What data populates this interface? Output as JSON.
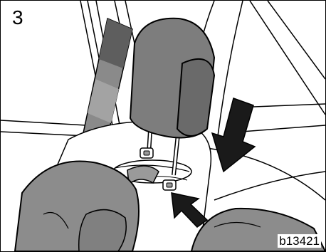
{
  "figure": {
    "step_number": "3",
    "figure_code": "b13421",
    "illustration": "headrest-removal",
    "colors": {
      "headrest_gray": "#7d7d7d",
      "headrest_face": "#6a6a6a",
      "hand_gray": "#8c8c8c",
      "arrow_black": "#1a1a1a",
      "line": "#000000"
    }
  }
}
